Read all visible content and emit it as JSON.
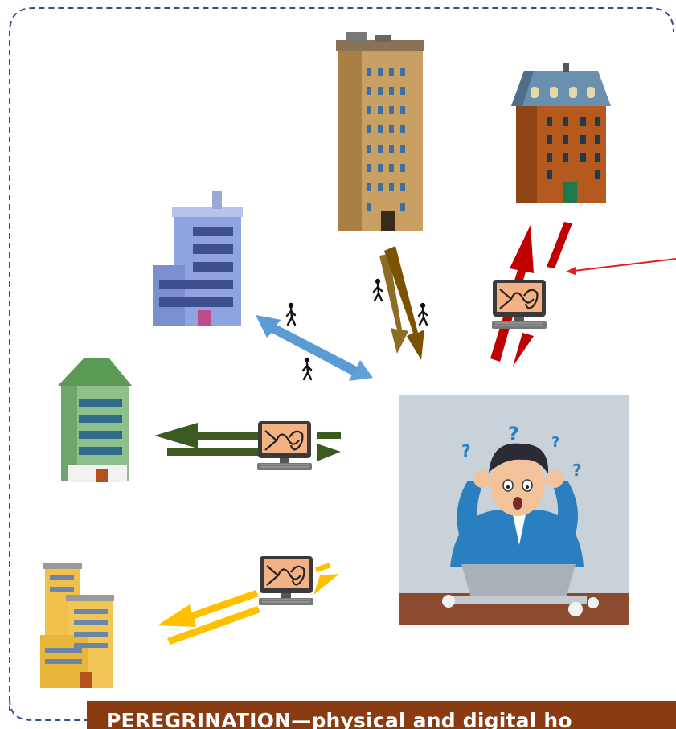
{
  "banner": {
    "title": "PEREGRINATION—physical and digital ho"
  },
  "colors": {
    "frame": "#2f4f86",
    "banner_bg": "#8a3b12",
    "arrow_blue": "#5b9bd5",
    "arrow_brown": "#7a5200",
    "arrow_red": "#c00000",
    "arrow_green": "#3b5a20",
    "arrow_yellow": "#ffc000",
    "pointer_red": "#e02020",
    "monitor_screen": "#f4b183"
  },
  "diagram": {
    "center_figure": "confused-person-at-laptop",
    "buildings": [
      {
        "name": "tall-tan-building",
        "color": "#c9a064"
      },
      {
        "name": "brick-mansard-building",
        "color": "#b45a1e"
      },
      {
        "name": "blue-office-building",
        "color": "#8fa3e0"
      },
      {
        "name": "green-roof-building",
        "color": "#8fbf8a"
      },
      {
        "name": "yellow-stepped-building",
        "color": "#f0c14a"
      }
    ],
    "connections": [
      {
        "from": "blue-office-building",
        "mode": "physical-walk",
        "color": "#5b9bd5"
      },
      {
        "from": "tall-tan-building",
        "mode": "physical-walk",
        "color": "#7a5200"
      },
      {
        "from": "brick-mansard-building",
        "mode": "digital-computer",
        "color": "#c00000"
      },
      {
        "from": "green-roof-building",
        "mode": "digital-computer",
        "color": "#3b5a20"
      },
      {
        "from": "yellow-stepped-building",
        "mode": "digital-computer",
        "color": "#ffc000"
      }
    ]
  }
}
